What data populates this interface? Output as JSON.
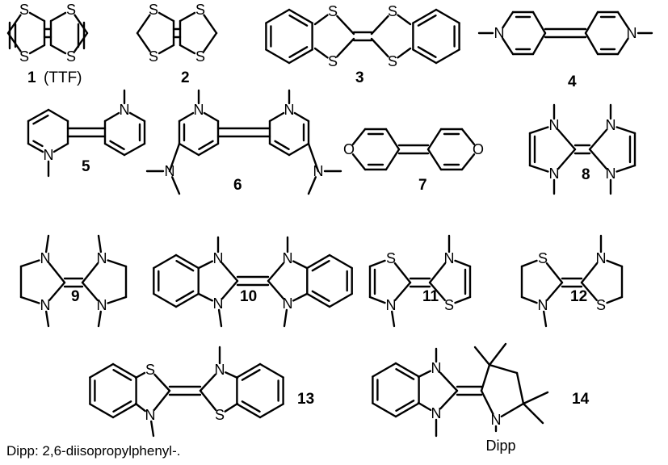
{
  "compounds": [
    {
      "number": "1",
      "label": "(TTF)"
    },
    {
      "number": "2",
      "label": ""
    },
    {
      "number": "3",
      "label": ""
    },
    {
      "number": "4",
      "label": ""
    },
    {
      "number": "5",
      "label": ""
    },
    {
      "number": "6",
      "label": ""
    },
    {
      "number": "7",
      "label": ""
    },
    {
      "number": "8",
      "label": ""
    },
    {
      "number": "9",
      "label": ""
    },
    {
      "number": "10",
      "label": ""
    },
    {
      "number": "11",
      "label": ""
    },
    {
      "number": "12",
      "label": ""
    },
    {
      "number": "13",
      "label": ""
    },
    {
      "number": "14",
      "label": ""
    }
  ],
  "atoms": {
    "S": "S",
    "N": "N",
    "O": "O",
    "dipp": "Dipp"
  },
  "footnote": "Dipp: 2,6-diisopropylphenyl-."
}
